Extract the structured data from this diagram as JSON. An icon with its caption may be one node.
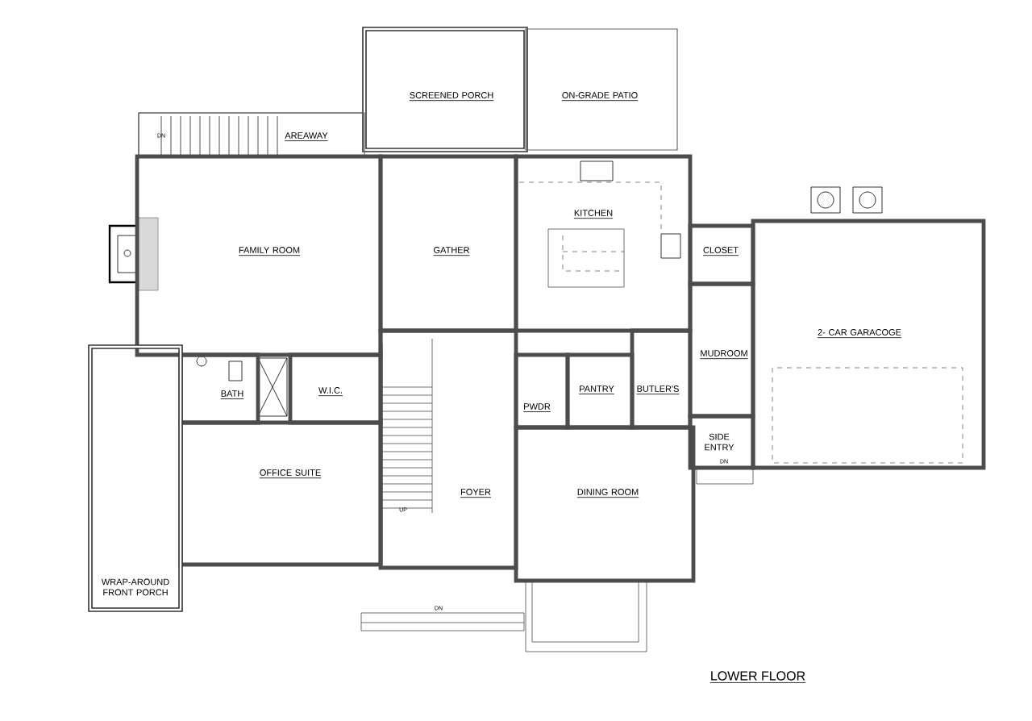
{
  "diagram": {
    "title": "LOWER FLOOR",
    "nodes": [
      {
        "text": [
          "SCREENED PORCH"
        ]
      },
      {
        "text": [
          "ON-GRADE PATIO"
        ]
      },
      {
        "text": [
          "AREAWAY"
        ]
      },
      {
        "text": [
          "FAMILY ROOM"
        ]
      },
      {
        "text": [
          "GATHER"
        ]
      },
      {
        "text": [
          "KITCHEN"
        ]
      },
      {
        "text": [
          "CLOSET"
        ]
      },
      {
        "text": [
          "2- CAR GARACOGE"
        ]
      },
      {
        "text": [
          "MUDROOM"
        ]
      },
      {
        "text": [
          "BATH"
        ]
      },
      {
        "text": [
          "W.I.C."
        ]
      },
      {
        "text": [
          "OFFICE SUITE"
        ]
      },
      {
        "text": [
          "FOYER"
        ]
      },
      {
        "text": [
          "PWDR"
        ]
      },
      {
        "text": [
          "PANTRY"
        ]
      },
      {
        "text": [
          "BUTLER'S"
        ]
      },
      {
        "text": [
          "SIDE ENTRY"
        ]
      },
      {
        "text": [
          "DINING ROOM"
        ]
      },
      {
        "text": [
          "WRAP-AROUND FRONT PORCH"
        ]
      }
    ],
    "labels": [
      "DN",
      "UP",
      "DN",
      "DN"
    ]
  }
}
